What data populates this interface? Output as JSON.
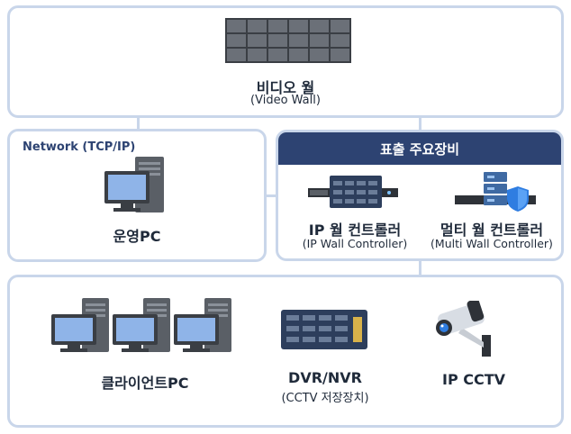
{
  "video_wall": {
    "title": "비디오 월",
    "subtitle": "(Video Wall)",
    "icon": "video-wall-icon"
  },
  "ops": {
    "network_label": "Network (TCP/IP)",
    "title": "운영PC",
    "icon": "desktop-pc-icon"
  },
  "display_equipment": {
    "header": "표출 주요장비",
    "ip_controller": {
      "title": "IP 월 컨트롤러",
      "subtitle": "(IP Wall Controller)",
      "icon": "rack-server-icon"
    },
    "multi_controller": {
      "title": "멀티 월 컨트롤러",
      "subtitle": "(Multi Wall Controller)",
      "icon": "server-shield-icon"
    }
  },
  "bottom": {
    "client_pc": {
      "title": "클라이언트PC",
      "icon": "desktop-pc-group-icon"
    },
    "dvr_nvr": {
      "title": "DVR/NVR",
      "subtitle": "(CCTV 저장장치)",
      "icon": "circuit-board-icon"
    },
    "ip_cctv": {
      "title": "IP CCTV",
      "icon": "cctv-camera-icon"
    }
  },
  "colors": {
    "border": "#c9d6ea",
    "header_bg": "#2d4372",
    "accent": "#2f7de1",
    "text": "#1f2a3a"
  }
}
